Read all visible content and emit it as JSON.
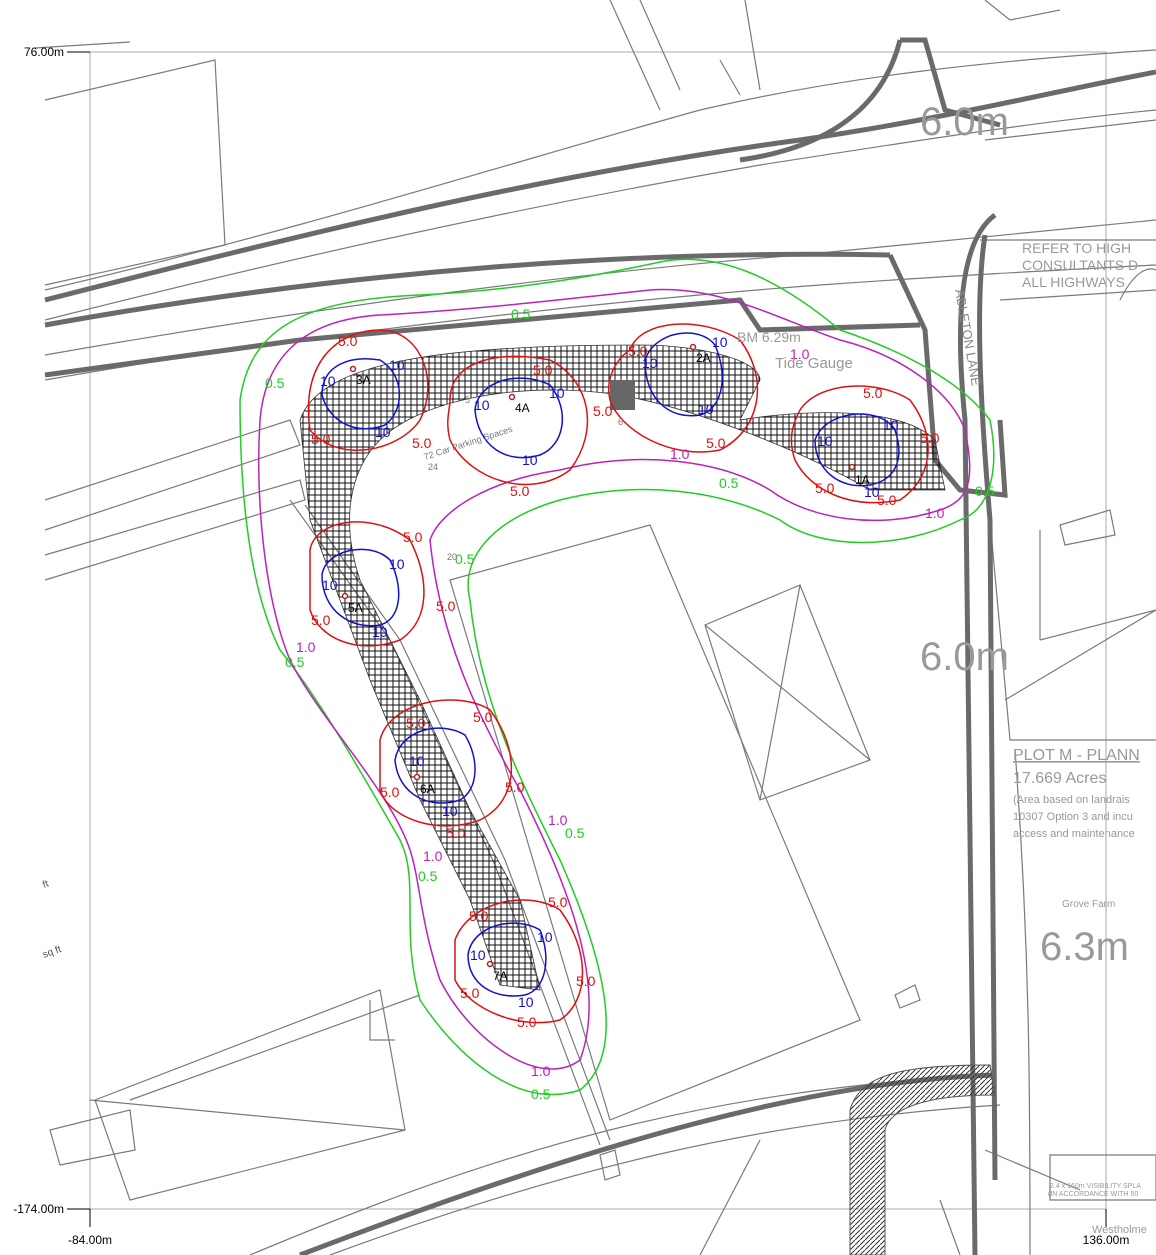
{
  "axes": {
    "y_top": "76.00m",
    "y_bottom": "-174.00m",
    "x_left": "-84.00m",
    "x_right": "136.00m"
  },
  "colors": {
    "contour_0_5": "#22cc22",
    "contour_1_0": "#bb22bb",
    "contour_5_0": "#dd1111",
    "contour_10": "#1111cc",
    "linework": "#777777",
    "hatch": "#111111"
  },
  "contour_levels": {
    "l05": "0.5",
    "l10": "1.0",
    "l50": "5.0",
    "l100": "10"
  },
  "receptors": [
    {
      "id": "1A"
    },
    {
      "id": "2A"
    },
    {
      "id": "3A"
    },
    {
      "id": "4A"
    },
    {
      "id": "5A"
    },
    {
      "id": "6A"
    },
    {
      "id": "7A"
    }
  ],
  "map_text": {
    "height_6_0": "6.0m",
    "height_6_3": "6.3m",
    "height_top": "6.0m",
    "refer_line1": "REFER TO HIGH",
    "refer_line2": "CONSULTANTS D",
    "refer_line3": "ALL HIGHWAYS",
    "bm": "BM 6.29m",
    "tide_gauge": "Tide Gauge",
    "car_parking": "72 Car Parking Spaces",
    "bay_24": "24",
    "bay_5": "5",
    "bay_6": "6",
    "bay_20": "20",
    "lane": "ABLETON LANE",
    "plot_title": "PLOT M - PLANN",
    "plot_acres": "17.669 Acres",
    "plot_note1": "(Area based on landrais",
    "plot_note2": "10307 Option 3 and incu",
    "plot_note3": "access and maintenance",
    "grove_farm": "Grove Farm",
    "visibility1": "2.4 x 160m VISIBILITY SPLA",
    "visibility2": "(IN ACCORDANCE WITH 50",
    "westholme": "Westholme",
    "ft": "ft",
    "sqft": "sq ft"
  }
}
